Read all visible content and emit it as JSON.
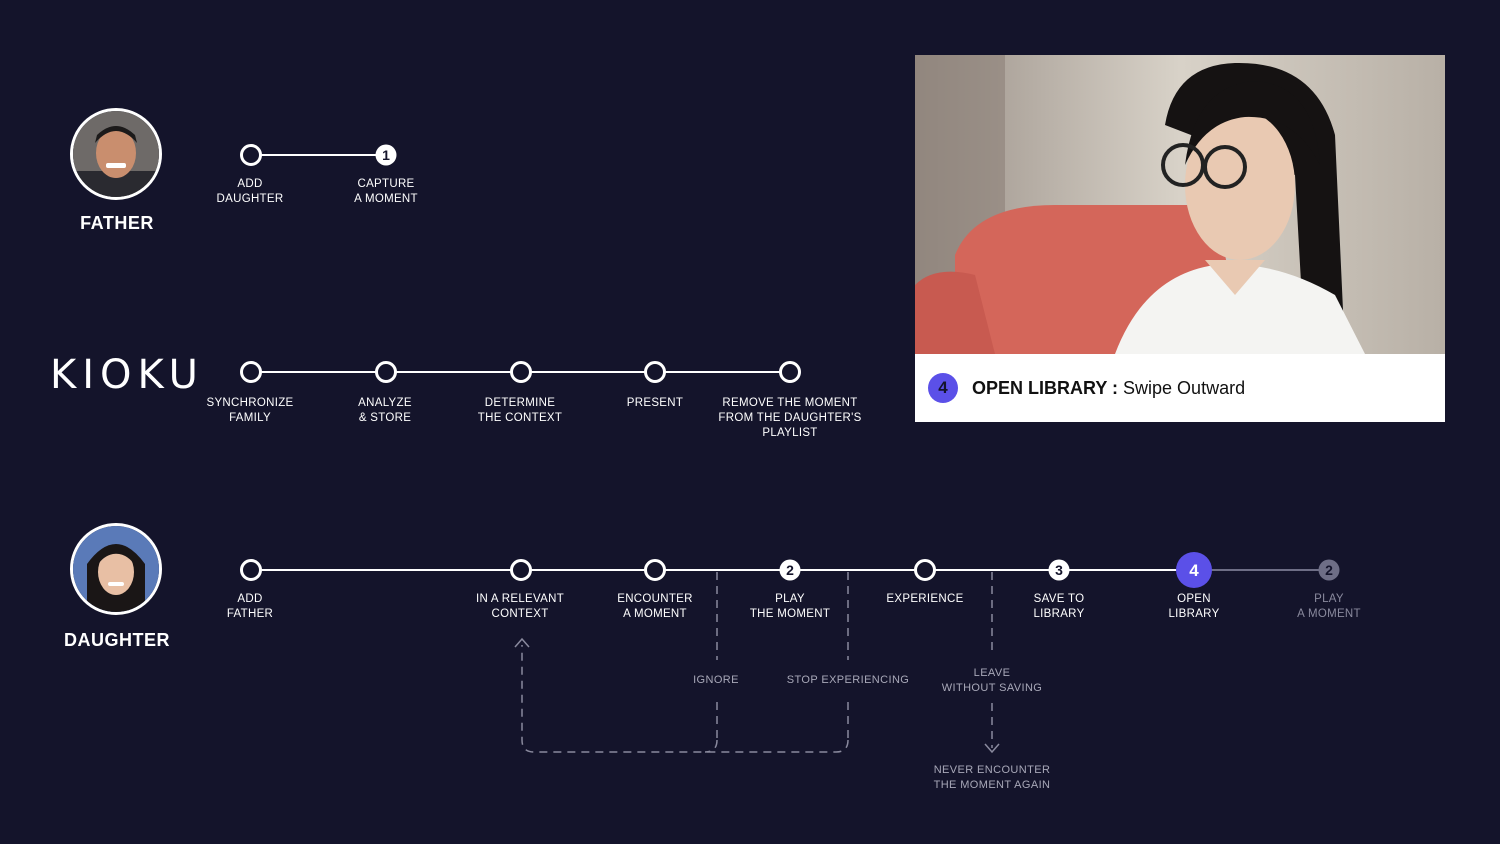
{
  "colors": {
    "background": "#14142b",
    "line": "#ffffff",
    "accent": "#5b50e8",
    "dim": "#6e6e86",
    "dashed": "#8a8a9e"
  },
  "father": {
    "name": "FATHER",
    "stages": [
      {
        "label": "ADD\nDAUGHTER",
        "marker": ""
      },
      {
        "label": "CAPTURE\nA MOMENT",
        "marker": "1"
      }
    ]
  },
  "kioko": {
    "logo_text": "KIOKU",
    "stages": [
      {
        "label": "SYNCHRONIZE\nFAMILY"
      },
      {
        "label": "ANALYZE\n& STORE"
      },
      {
        "label": "DETERMINE\nTHE CONTEXT"
      },
      {
        "label": "PRESENT"
      },
      {
        "label": "REMOVE THE MOMENT\nFROM THE DAUGHTER'S PLAYLIST"
      }
    ]
  },
  "daughter": {
    "name": "DAUGHTER",
    "stages": [
      {
        "label": "ADD\nFATHER",
        "marker": ""
      },
      {
        "label": "IN A RELEVANT\nCONTEXT",
        "marker": ""
      },
      {
        "label": "ENCOUNTER\nA MOMENT",
        "marker": ""
      },
      {
        "label": "PLAY\nTHE MOMENT",
        "marker": "2"
      },
      {
        "label": "EXPERIENCE",
        "marker": ""
      },
      {
        "label": "SAVE TO\nLIBRARY",
        "marker": "3"
      },
      {
        "label": "OPEN\nLIBRARY",
        "marker": "4"
      },
      {
        "label": "PLAY\nA MOMENT",
        "marker": "2"
      }
    ],
    "branches": [
      {
        "label": "IGNORE"
      },
      {
        "label": "STOP EXPERIENCING"
      },
      {
        "label": "LEAVE\nWITHOUT SAVING"
      },
      {
        "label": "NEVER ENCOUNTER\nTHE MOMENT AGAIN"
      }
    ]
  },
  "video": {
    "badge": "4",
    "title": "OPEN LIBRARY",
    "separator": " : ",
    "subtitle": "Swipe Outward"
  }
}
